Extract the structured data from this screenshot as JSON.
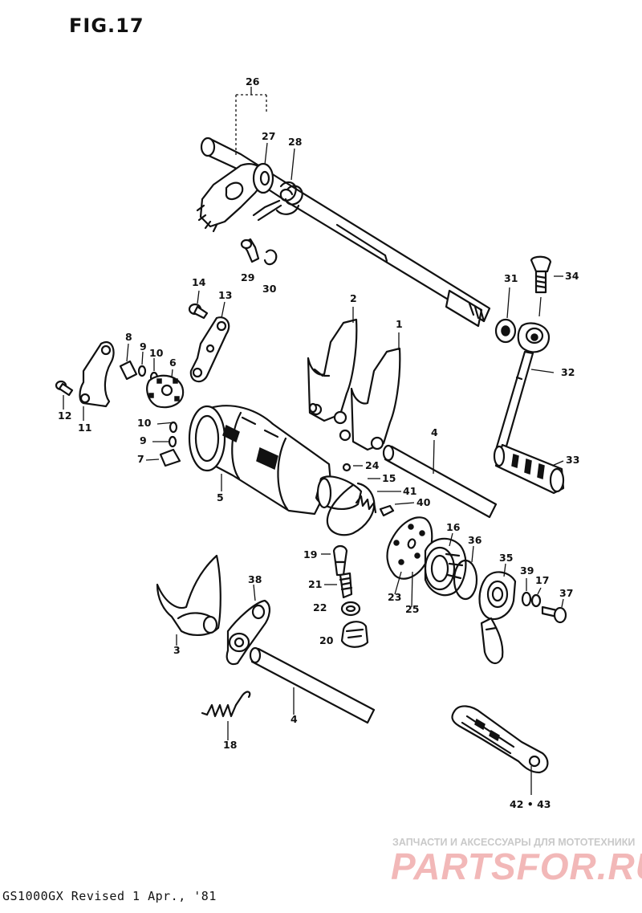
{
  "figure_title": "FIG.17",
  "footer": "GS1000GX  Revised 1 Apr., '81",
  "watermark": {
    "tagline": "ЗАПЧАСТИ И АКСЕССУАРЫ ДЛЯ МОТОТЕХНИКИ",
    "logo": "PARTSFOR.RU"
  },
  "callouts": [
    {
      "id": "c26",
      "text": "26"
    },
    {
      "id": "c27",
      "text": "27"
    },
    {
      "id": "c28",
      "text": "28"
    },
    {
      "id": "c29",
      "text": "29"
    },
    {
      "id": "c30",
      "text": "30"
    },
    {
      "id": "c34",
      "text": "34"
    },
    {
      "id": "c31",
      "text": "31"
    },
    {
      "id": "c14",
      "text": "14"
    },
    {
      "id": "c13",
      "text": "13"
    },
    {
      "id": "c2",
      "text": "2"
    },
    {
      "id": "c1",
      "text": "1"
    },
    {
      "id": "c8",
      "text": "8"
    },
    {
      "id": "c9a",
      "text": "9"
    },
    {
      "id": "c10a",
      "text": "10"
    },
    {
      "id": "c6",
      "text": "6"
    },
    {
      "id": "c32",
      "text": "32"
    },
    {
      "id": "c12",
      "text": "12"
    },
    {
      "id": "c11",
      "text": "11"
    },
    {
      "id": "c10b",
      "text": "10"
    },
    {
      "id": "c9b",
      "text": "9"
    },
    {
      "id": "c7",
      "text": "7"
    },
    {
      "id": "c4a",
      "text": "4"
    },
    {
      "id": "c33",
      "text": "33"
    },
    {
      "id": "c24",
      "text": "24"
    },
    {
      "id": "c15",
      "text": "15"
    },
    {
      "id": "c5",
      "text": "5"
    },
    {
      "id": "c41",
      "text": "41"
    },
    {
      "id": "c40",
      "text": "40"
    },
    {
      "id": "c16",
      "text": "16"
    },
    {
      "id": "c36",
      "text": "36"
    },
    {
      "id": "c19",
      "text": "19"
    },
    {
      "id": "c35",
      "text": "35"
    },
    {
      "id": "c39",
      "text": "39"
    },
    {
      "id": "c38",
      "text": "38"
    },
    {
      "id": "c17",
      "text": "17"
    },
    {
      "id": "c21",
      "text": "21"
    },
    {
      "id": "c37",
      "text": "37"
    },
    {
      "id": "c22",
      "text": "22"
    },
    {
      "id": "c23",
      "text": "23"
    },
    {
      "id": "c25",
      "text": "25"
    },
    {
      "id": "c3",
      "text": "3"
    },
    {
      "id": "c20",
      "text": "20"
    },
    {
      "id": "c4b",
      "text": "4"
    },
    {
      "id": "c18",
      "text": "18"
    },
    {
      "id": "c4243",
      "text": "42 • 43"
    }
  ]
}
